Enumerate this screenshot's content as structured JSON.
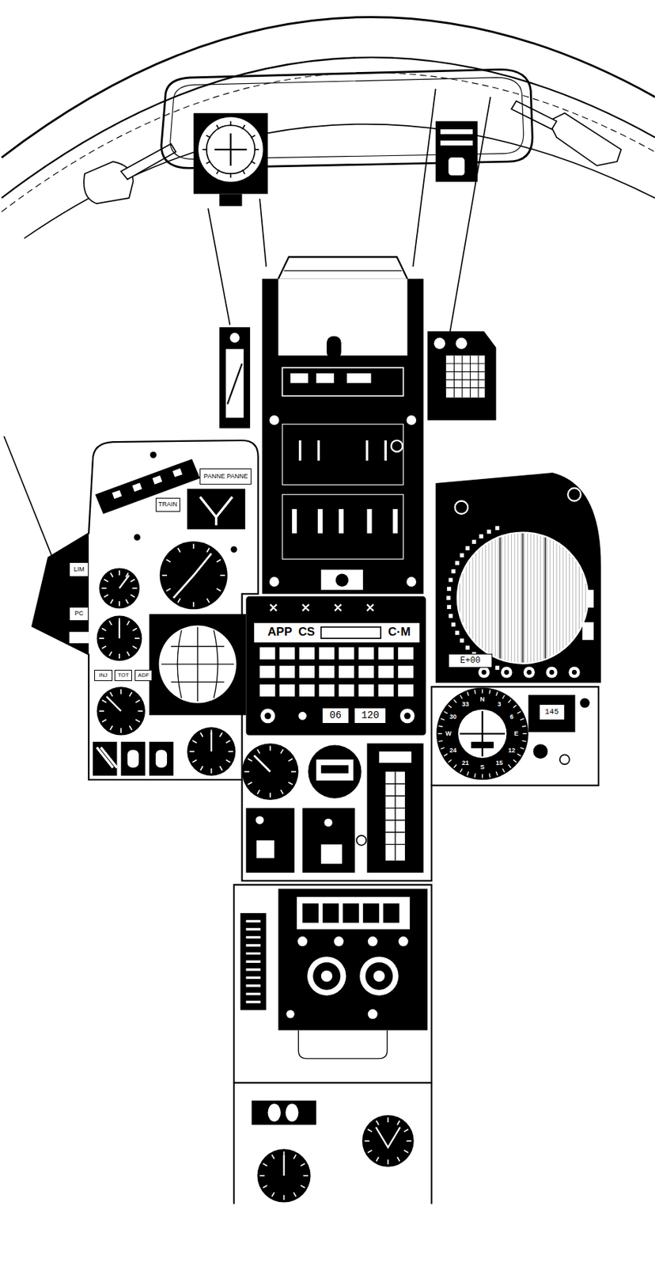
{
  "diagram": {
    "nodes": [
      {
        "text": [
          "PANNE PANNE"
        ]
      },
      {
        "text": [
          "TRAIN"
        ]
      },
      {
        "text": [
          "LIM"
        ]
      },
      {
        "text": [
          "PC"
        ]
      },
      {
        "text": [
          "INJ"
        ]
      },
      {
        "text": [
          "TOT"
        ]
      },
      {
        "text": [
          "ADF"
        ]
      },
      {
        "text": [
          "APP",
          "CS",
          "C·M"
        ]
      },
      {
        "text": [
          "06"
        ],
        "in": 7
      },
      {
        "text": [
          "120"
        ],
        "in": 7
      },
      {
        "text": [
          "E+00"
        ]
      },
      {
        "text": [
          "145"
        ]
      }
    ],
    "labels": [
      "N",
      "3",
      "6",
      "E",
      "12",
      "15",
      "S",
      "21",
      "24",
      "W",
      "30",
      "33"
    ]
  }
}
